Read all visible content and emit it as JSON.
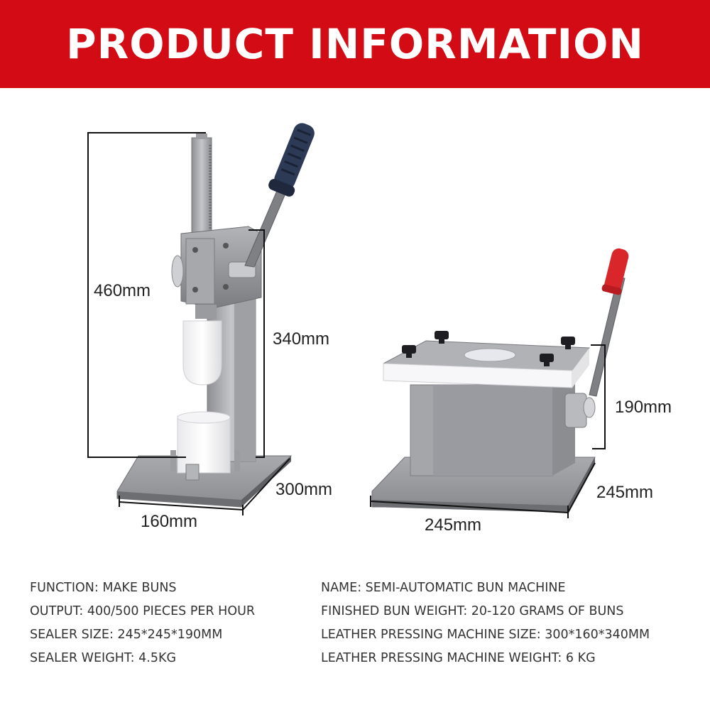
{
  "banner": {
    "title": "PRODUCT INFORMATION",
    "color": "#d30b14"
  },
  "left_machine": {
    "name": "leather pressing machine",
    "dimensions": {
      "total_height": "460mm",
      "column_height": "340mm",
      "depth": "300mm",
      "width": "160mm"
    },
    "handle_color": "#2d3a55"
  },
  "right_machine": {
    "name": "sealer",
    "dimensions": {
      "height": "190mm",
      "depth": "245mm",
      "width": "245mm"
    },
    "handle_color": "#d8262a"
  },
  "specs": {
    "left": [
      "FUNCTION: MAKE BUNS",
      "OUTPUT: 400/500 PIECES PER HOUR",
      "SEALER SIZE: 245*245*190MM",
      "SEALER WEIGHT: 4.5KG"
    ],
    "right": [
      "NAME: SEMI-AUTOMATIC BUN MACHINE",
      "FINISHED BUN WEIGHT: 20-120 GRAMS OF BUNS",
      "LEATHER PRESSING MACHINE SIZE: 300*160*340MM",
      "LEATHER PRESSING MACHINE WEIGHT: 6 KG"
    ]
  }
}
